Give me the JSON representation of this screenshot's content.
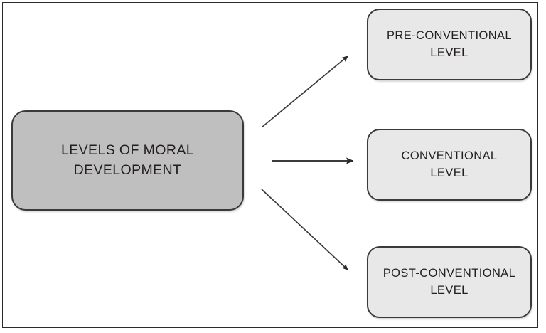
{
  "diagram": {
    "type": "hierarchy-flowchart",
    "orientation": "left-to-right",
    "frame": {
      "border_color": "#2b2b2b",
      "background": "#ffffff"
    },
    "root": {
      "id": "root-node",
      "label": "LEVELS OF MORAL DEVELOPMENT",
      "line1": "LEVELS OF MORAL",
      "line2": "DEVELOPMENT",
      "fill": "#bfbfbf",
      "border": "#3a3a3a",
      "text_color": "#231f20"
    },
    "branches": [
      {
        "id": "leaf-node-0",
        "label": "PRE-CONVENTIONAL LEVEL",
        "line1": "PRE-CONVENTIONAL",
        "line2": "LEVEL",
        "fill": "#e8e8e8",
        "border": "#3a3a3a",
        "text_color": "#231f20"
      },
      {
        "id": "leaf-node-1",
        "label": "CONVENTIONAL LEVEL",
        "line1": "CONVENTIONAL",
        "line2": "LEVEL",
        "fill": "#e8e8e8",
        "border": "#3a3a3a",
        "text_color": "#231f20"
      },
      {
        "id": "leaf-node-2",
        "label": "POST-CONVENTIONAL LEVEL",
        "line1": "POST-CONVENTIONAL",
        "line2": "LEVEL",
        "fill": "#e8e8e8",
        "border": "#3a3a3a",
        "text_color": "#231f20"
      }
    ],
    "connectors": [
      {
        "id": "arrow-up",
        "from": "root-node",
        "to": "leaf-node-0",
        "direction": "diagonal-up",
        "color": "#3c3c3c"
      },
      {
        "id": "arrow-straight",
        "from": "root-node",
        "to": "leaf-node-1",
        "direction": "horizontal",
        "color": "#3c3c3c"
      },
      {
        "id": "arrow-down",
        "from": "root-node",
        "to": "leaf-node-2",
        "direction": "diagonal-down",
        "color": "#3c3c3c"
      }
    ]
  }
}
